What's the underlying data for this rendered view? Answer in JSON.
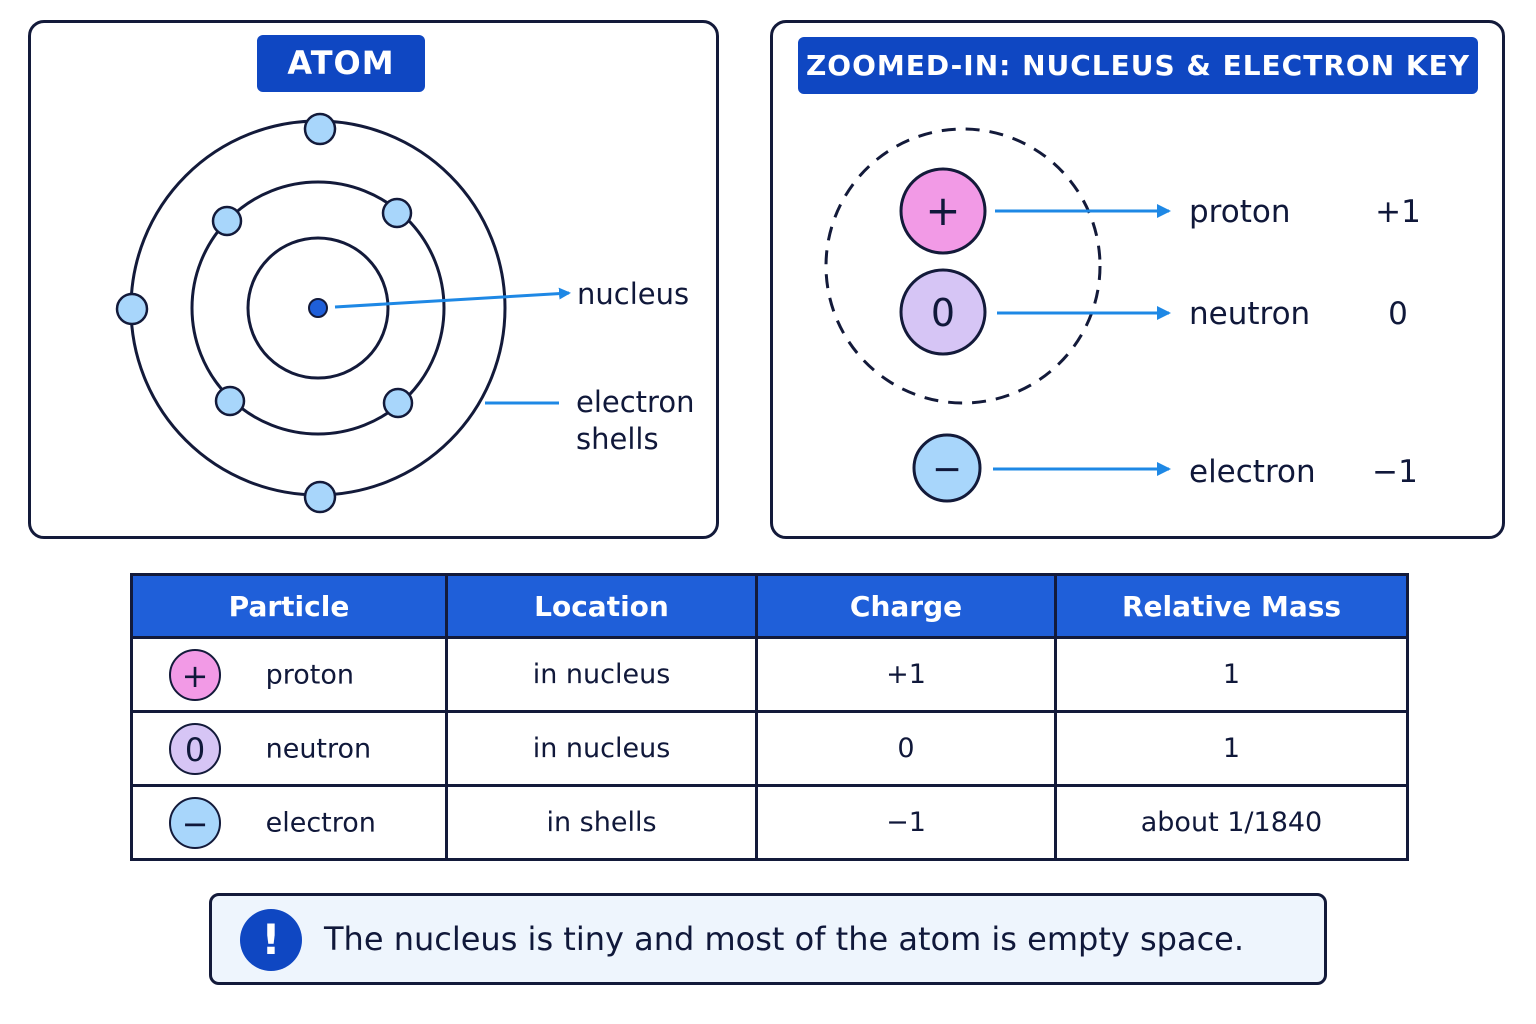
{
  "atom_panel": {
    "title": "ATOM",
    "label_nucleus": "nucleus",
    "label_shells_line1": "electron",
    "label_shells_line2": "shells"
  },
  "key_panel": {
    "title": "ZOOMED-IN: NUCLEUS & ELECTRON KEY",
    "items": [
      {
        "symbol": "+",
        "name": "proton",
        "charge": "+1"
      },
      {
        "symbol": "0",
        "name": "neutron",
        "charge": "0"
      },
      {
        "symbol": "−",
        "name": "electron",
        "charge": "−1"
      }
    ]
  },
  "table": {
    "headers": [
      "Particle",
      "Location",
      "Charge",
      "Relative Mass"
    ],
    "rows": [
      {
        "symbol": "+",
        "particle": "proton",
        "location": "in nucleus",
        "charge": "+1",
        "mass": "1"
      },
      {
        "symbol": "0",
        "particle": "neutron",
        "location": "in nucleus",
        "charge": "0",
        "mass": "1"
      },
      {
        "symbol": "−",
        "particle": "electron",
        "location": "in shells",
        "charge": "−1",
        "mass": "about 1/1840"
      }
    ]
  },
  "note": {
    "icon": "exclamation-icon",
    "text": "The nucleus is tiny and most of the atom is empty space."
  },
  "colors": {
    "title_bg": "#0f47c2",
    "header_bg": "#1f5fd9",
    "proton": "#f29ae6",
    "neutron": "#d6c5f5",
    "electron": "#a8d6fb",
    "nucleus": "#1f5fd9",
    "arrow": "#1e88e5",
    "outline": "#131a3a"
  }
}
